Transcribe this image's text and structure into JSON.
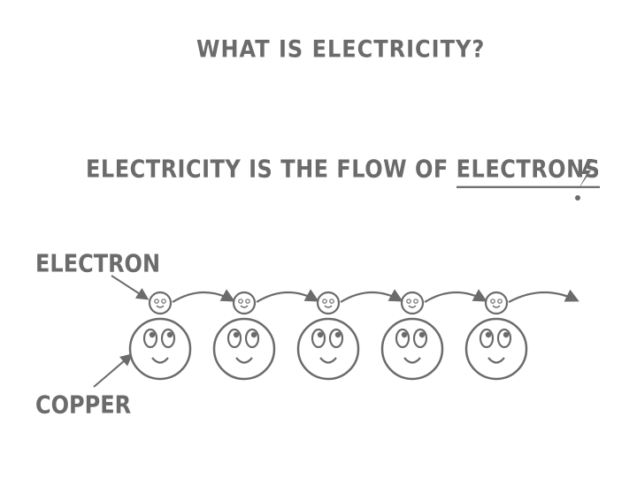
{
  "title": "WHAT IS ELECTRICITY?",
  "statement": {
    "prefix": "ELECTRICITY IS THE FLOW OF",
    "emphasis": "ELECTRONS"
  },
  "labels": {
    "electron": "ELECTRON",
    "copper": "COPPER"
  },
  "diagram": {
    "atoms": [
      {
        "name": "copper-atom-1"
      },
      {
        "name": "copper-atom-2"
      },
      {
        "name": "copper-atom-3"
      },
      {
        "name": "copper-atom-4"
      },
      {
        "name": "copper-atom-5"
      }
    ]
  },
  "colors": {
    "ink": "#6b6b6b"
  }
}
